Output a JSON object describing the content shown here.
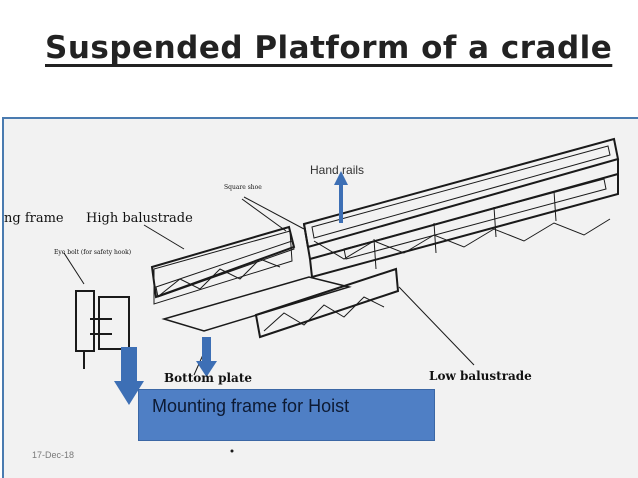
{
  "slide": {
    "title": "Suspended Platform of a cradle",
    "date": "17-Dec-18"
  },
  "figure": {
    "labels": {
      "g_frame": "ng frame",
      "high_balustrade": "High balustrade",
      "bottom_plate": "Bottom plate",
      "low_balustrade": "Low balustrade",
      "hand_rails": "Hand rails",
      "square_shoe": "Square shoe",
      "eye_bolt": "Eye bolt (for safety hook)"
    },
    "callout": "Mounting frame for  Hoist"
  },
  "colors": {
    "accent_blue": "#4f7fc5",
    "arrow_blue": "#3d6fb5",
    "drawing_ink": "#1a1a1a",
    "scan_background": "#f2f2f2"
  }
}
